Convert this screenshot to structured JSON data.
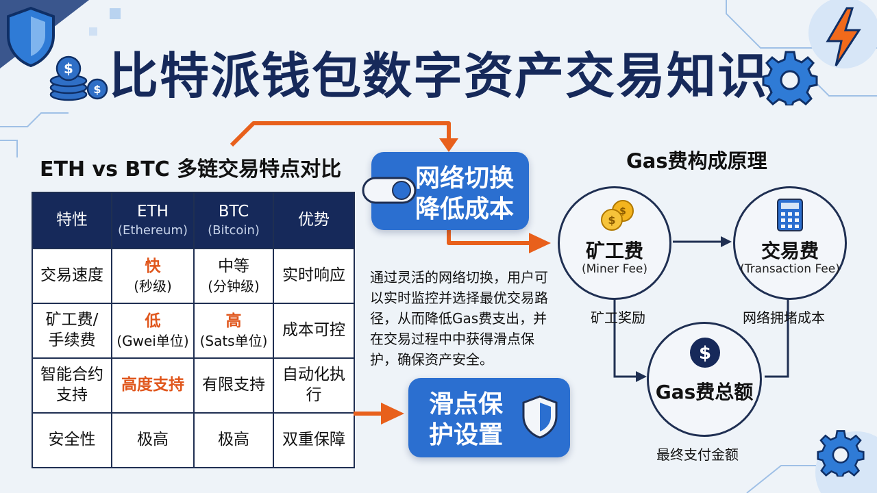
{
  "title": "比特派钱包数字资产交易知识",
  "comparison": {
    "title": "ETH vs BTC 多链交易特点对比",
    "headers": [
      {
        "main": "特性",
        "sub": ""
      },
      {
        "main": "ETH",
        "sub": "(Ethereum)"
      },
      {
        "main": "BTC",
        "sub": "(Bitcoin)"
      },
      {
        "main": "优势",
        "sub": ""
      }
    ],
    "rows": [
      [
        {
          "main": "交易速度",
          "sub": ""
        },
        {
          "main": "快",
          "sub": "(秒级)"
        },
        {
          "main": "中等",
          "sub": "(分钟级)"
        },
        {
          "main": "实时响应",
          "sub": ""
        }
      ],
      [
        {
          "main": "矿工费/",
          "sub": "手续费"
        },
        {
          "main": "低",
          "sub": "(Gwei单位)"
        },
        {
          "main": "高",
          "sub": "(Sats单位)"
        },
        {
          "main": "成本可控",
          "sub": ""
        }
      ],
      [
        {
          "main": "智能合约",
          "sub": "支持"
        },
        {
          "main": "高度支持",
          "sub": ""
        },
        {
          "main": "有限支持",
          "sub": ""
        },
        {
          "main": "自动化执行",
          "sub": ""
        }
      ],
      [
        {
          "main": "安全性",
          "sub": ""
        },
        {
          "main": "极高",
          "sub": ""
        },
        {
          "main": "极高",
          "sub": ""
        },
        {
          "main": "双重保障",
          "sub": ""
        }
      ]
    ]
  },
  "switch_box": {
    "line1": "网络切换",
    "line2": "降低成本"
  },
  "slip_box": {
    "line1": "滑点保",
    "line2": "护设置"
  },
  "description": "通过灵活的网络切换，用户可以实时监控并选择最优交易路径，从而降低Gas费支出，并在交易过程中中获得滑点保护，确保资产安全。",
  "gas": {
    "title": "Gas费构成原理",
    "miner": {
      "main": "矿工费",
      "sub": "(Miner Fee)",
      "caption": "矿工奖励"
    },
    "tx": {
      "main": "交易费",
      "sub": "(Transaction Fee)",
      "caption": "网络拥堵成本"
    },
    "total": {
      "main": "Gas费总额",
      "caption": "最终支付金额"
    }
  },
  "colors": {
    "navy": "#16295a",
    "blue": "#2b6fd0",
    "orange": "#e8601c"
  }
}
